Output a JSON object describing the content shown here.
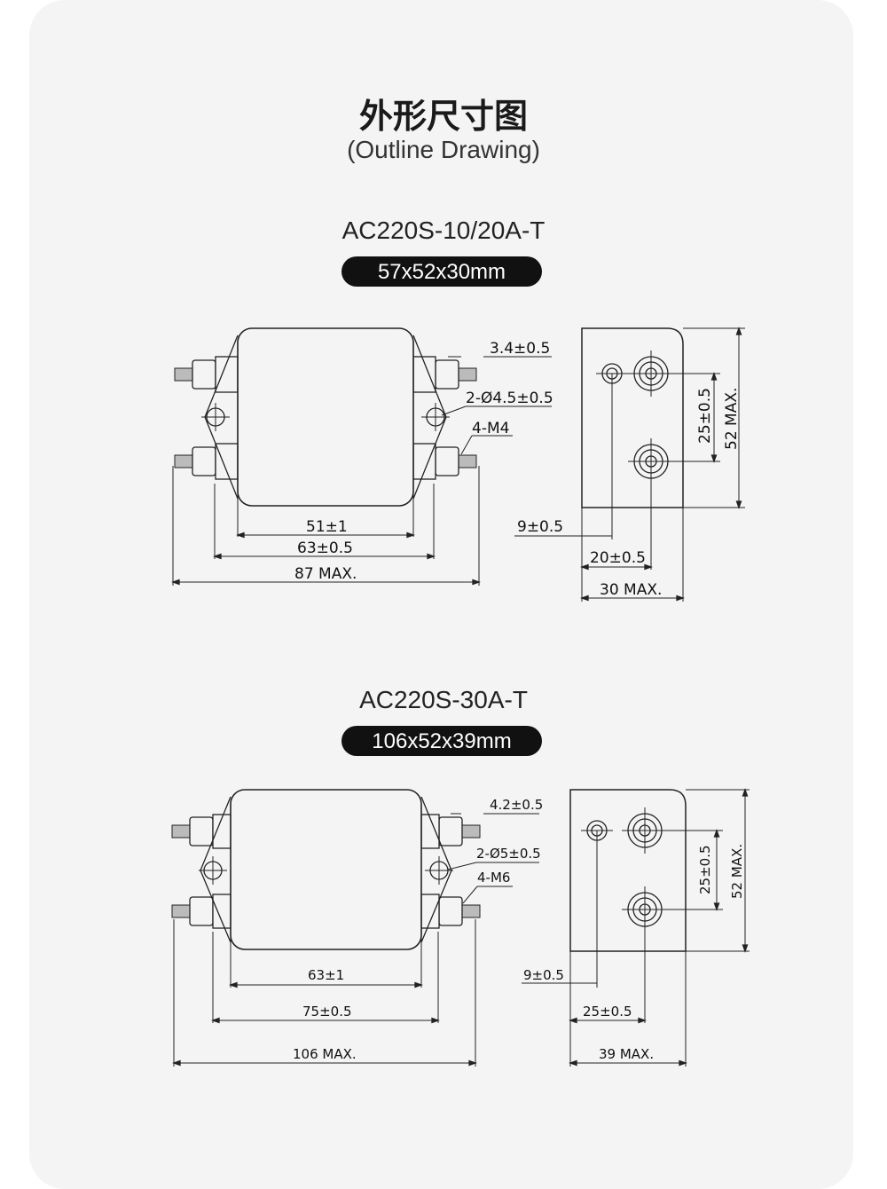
{
  "header": {
    "title_cn": "外形尺寸图",
    "title_en": "(Outline Drawing)"
  },
  "models": [
    {
      "name": "AC220S-10/20A-T",
      "size": "57x52x30mm",
      "front_labels": {
        "stud": "3.4±0.5",
        "holes": "2-Ø4.5±0.5",
        "thread": "4-M4",
        "inner": "51±1",
        "mount": "63±0.5",
        "overall": "87 MAX."
      },
      "side_labels": {
        "offset": "9±0.5",
        "spacing": "20±0.5",
        "depth": "30 MAX.",
        "vspacing": "25±0.5",
        "height": "52 MAX."
      }
    },
    {
      "name": "AC220S-30A-T",
      "size": "106x52x39mm",
      "front_labels": {
        "stud": "4.2±0.5",
        "holes": "2-Ø5±0.5",
        "thread": "4-M6",
        "inner": "63±1",
        "mount": "75±0.5",
        "overall": "106 MAX."
      },
      "side_labels": {
        "offset": "9±0.5",
        "spacing": "25±0.5",
        "depth": "39 MAX.",
        "vspacing": "25±0.5",
        "height": "52 MAX."
      }
    }
  ],
  "colors": {
    "background": "#f4f4f4",
    "pill": "#111111",
    "line": "#222222"
  }
}
